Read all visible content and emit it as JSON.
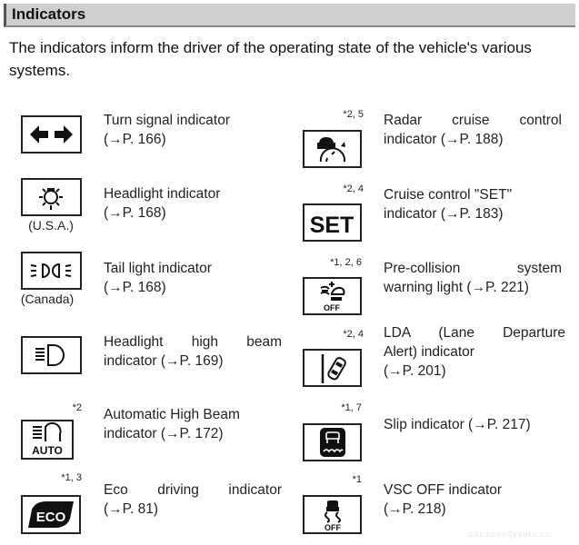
{
  "header": {
    "title": "Indicators"
  },
  "intro": "The indicators inform the driver of the operating state of the vehicle's various systems.",
  "left_column": [
    {
      "icon": "turn-signal-icon",
      "label": "Turn signal indicator",
      "ref": "(→P. 166)",
      "note": "",
      "region": ""
    },
    {
      "icon": "headlight-icon",
      "label": "Headlight indicator",
      "ref": "(→P. 168)",
      "note": "",
      "region": "(U.S.A.)"
    },
    {
      "icon": "tail-light-icon",
      "label": "Tail light indicator",
      "ref": "(→P. 168)",
      "note": "",
      "region": "(Canada)"
    },
    {
      "icon": "high-beam-icon",
      "label": "Headlight high beam",
      "ref": "indicator (→P. 169)",
      "note": "",
      "region": ""
    },
    {
      "icon": "auto-high-beam-icon",
      "label": "Automatic High Beam",
      "ref": "indicator (→P. 172)",
      "note": "*2",
      "region": "",
      "icon_text": "AUTO"
    },
    {
      "icon": "eco-icon",
      "label": "Eco driving indicator",
      "ref": "(→P. 81)",
      "note": "*1, 3",
      "region": "",
      "icon_text": "ECO"
    }
  ],
  "right_column": [
    {
      "icon": "radar-cruise-icon",
      "label": "Radar cruise control",
      "ref": "indicator (→P. 188)",
      "note": "*2, 5"
    },
    {
      "icon": "cruise-set-icon",
      "label": "Cruise control \"SET\"",
      "ref": "indicator (→P. 183)",
      "note": "*2, 4",
      "icon_text": "SET"
    },
    {
      "icon": "pre-collision-icon",
      "label": "Pre-collision system",
      "ref": "warning light (→P. 221)",
      "note": "*1, 2, 6",
      "icon_text": "OFF"
    },
    {
      "icon": "lda-icon",
      "label": "LDA (Lane Departure",
      "label2": "Alert) indicator",
      "ref": "(→P. 201)",
      "note": "*2, 4"
    },
    {
      "icon": "slip-icon",
      "label": "Slip indicator (→P. 217)",
      "ref": "",
      "note": "*1, 7"
    },
    {
      "icon": "vsc-off-icon",
      "label": "VSC OFF indicator",
      "ref": "(→P. 218)",
      "note": "*1",
      "icon_text": "OFF"
    }
  ],
  "watermark": "car.speedyauto.cc"
}
